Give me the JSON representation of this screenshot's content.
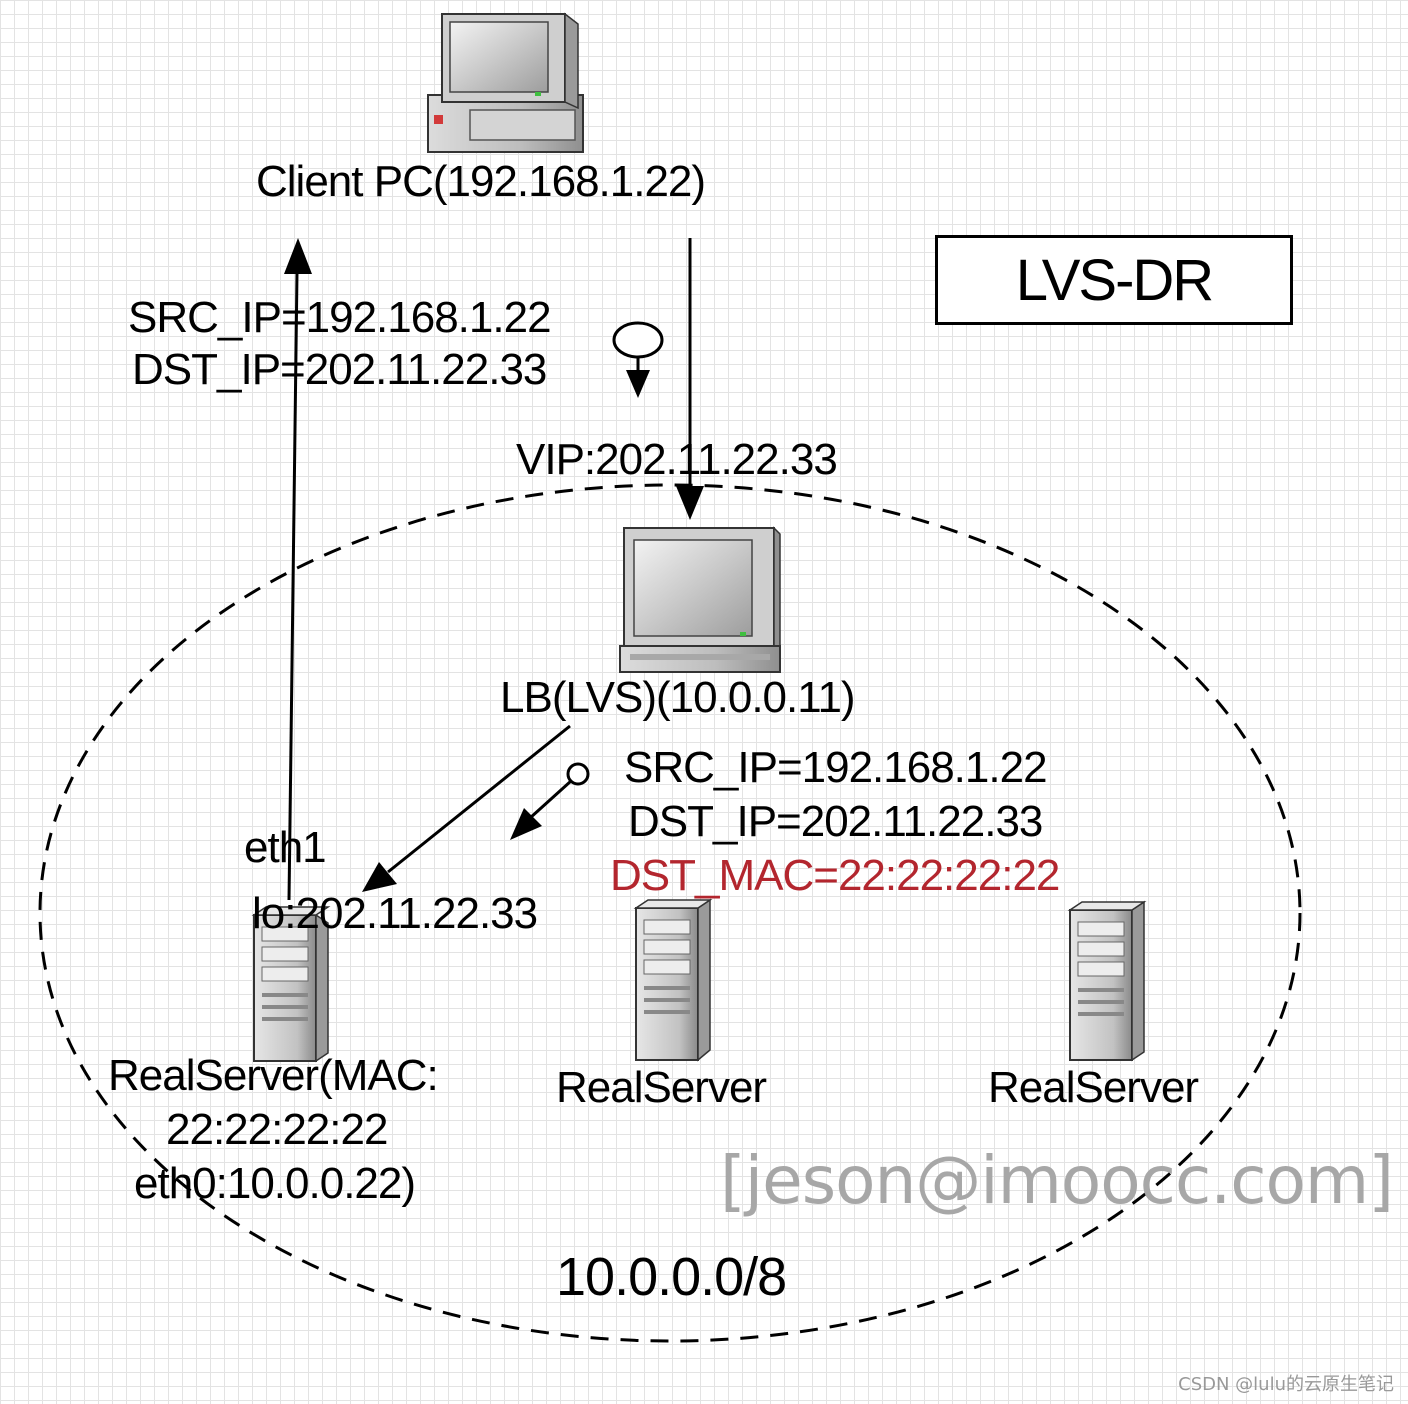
{
  "title": "LVS-DR",
  "client_label": "Client PC(192.168.1.22)",
  "vip_label": "VIP:202.11.22.33",
  "lb_label": "LB(LVS)(10.0.0.11)",
  "return_packet": {
    "src_ip": "SRC_IP=192.168.1.22",
    "dst_ip": "DST_IP=202.11.22.33"
  },
  "forward_packet": {
    "src_ip": "SRC_IP=192.168.1.22",
    "dst_ip": "DST_IP=202.11.22.33",
    "dst_mac": "DST_MAC=22:22:22:22"
  },
  "realserver_primary": {
    "eth1": "eth1",
    "lo": "lo:202.11.22.33",
    "line1": "RealServer(MAC:",
    "line2": "22:22:22:22",
    "line3": "eth0:10.0.0.22)"
  },
  "realserver_2": "RealServer",
  "realserver_3": "RealServer",
  "network_label": "10.0.0.0/8",
  "watermark": "[jeson@imoocc.com]",
  "footer": "CSDN @lulu的云原生笔记",
  "colors": {
    "highlight": "#b3262e",
    "grid": "#e3e3e3",
    "watermark": "#a7a7a7"
  }
}
